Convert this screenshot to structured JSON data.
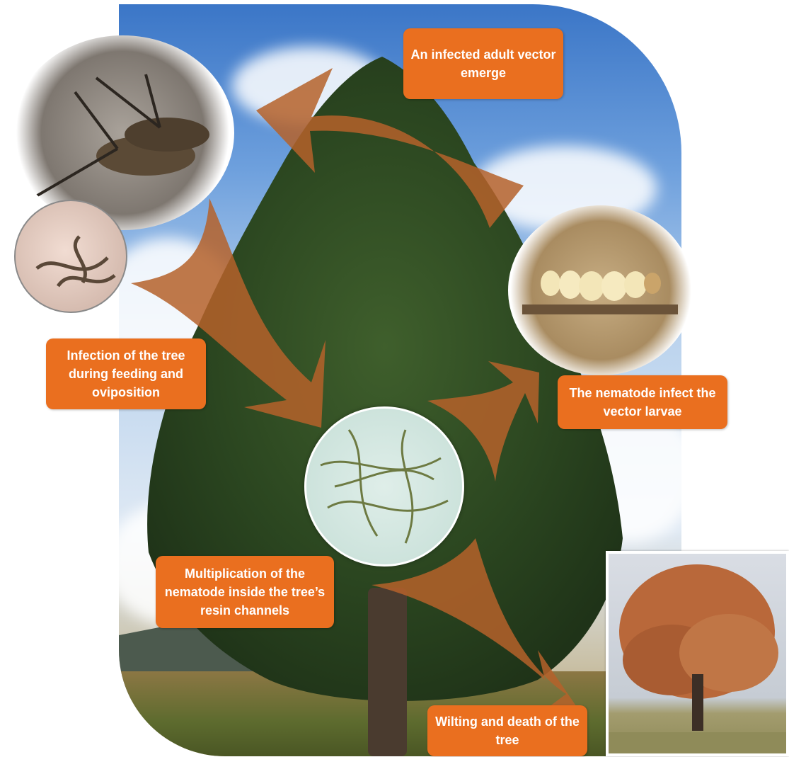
{
  "labels": {
    "adult_vector": "An infected adult vector emerge",
    "infection_tree": "Infection of the tree during feeding  and oviposition",
    "infect_larvae": "The nematode infect the vector larvae",
    "multiplication": "Multiplication of the nematode inside the tree’s resin channels",
    "wilting": "Wilting and death of the tree"
  },
  "colors": {
    "label_fill": "#ea6f1f",
    "arrow_fill": "#b5612a",
    "label_text": "#ffffff"
  }
}
